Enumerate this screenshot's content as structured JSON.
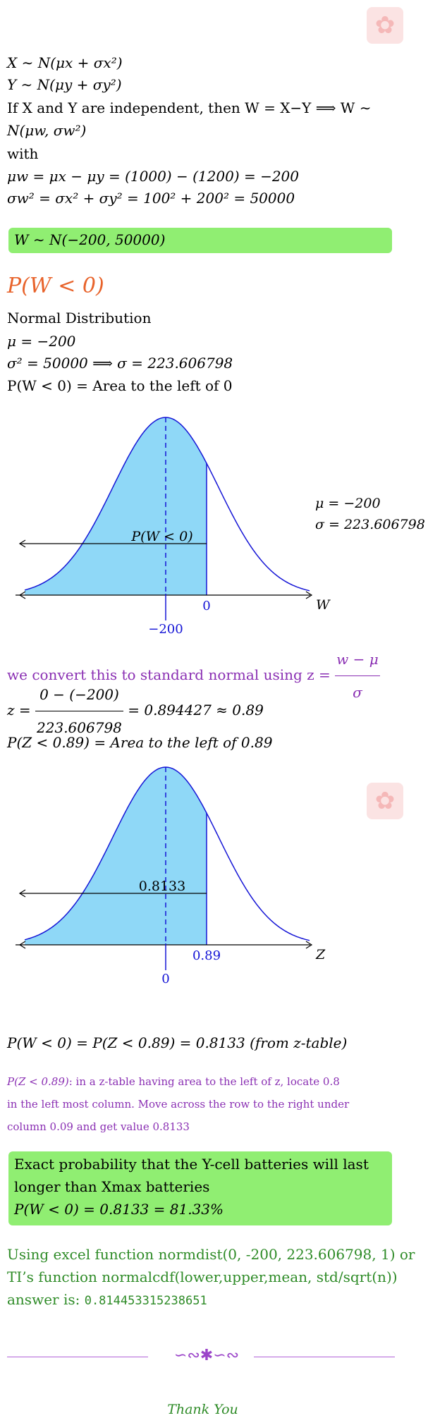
{
  "intro": {
    "line1": "X ∼ N(μx + σx²)",
    "line2": "Y ∼ N(μy + σy²)",
    "line3": "If X and Y are independent, then W = X−Y ⟹ W ∼",
    "line4": "N(μw, σw²)",
    "line5": "with",
    "line6": "μw = μx − μy = (1000) − (1200) = −200",
    "line7": "σw² = σx² + σy² = 100² + 200² = 50000"
  },
  "box1": "W ∼ N(−200, 50000)",
  "section_title": "P(W < 0)",
  "normal": {
    "title": "Normal Distribution",
    "mu": "μ = −200",
    "sigma": "σ² = 50000 ⟹ σ = 223.606798",
    "area": "P(W < 0) = Area to the left of 0"
  },
  "figure1": {
    "shaded_label": "P(W < 0)",
    "tick_right": "0",
    "tick_mean": "−200",
    "axis_label": "W",
    "mu_label": "μ = −200",
    "sigma_label": "σ = 223.606798",
    "colors": {
      "fill": "#8fd8f7",
      "curve": "#1515d6"
    }
  },
  "convert": {
    "text": "we convert this to standard normal using z = ",
    "num": "w − μ",
    "den": "σ"
  },
  "zcalc": {
    "prefix": "z = ",
    "num": "0 − (−200)",
    "den": "223.606798",
    "suffix": " = 0.894427 ≈ 0.89"
  },
  "zarea": "P(Z < 0.89) = Area to the left of 0.89",
  "figure2": {
    "shaded_label": "0.8133",
    "tick_right": "0.89",
    "tick_mean": "0",
    "axis_label": "Z"
  },
  "result_line": "P(W < 0) = P(Z < 0.89) = 0.8133 (from z-table)",
  "explain": {
    "line1_math": "P(Z < 0.89)",
    "line1_rest": ": in a z-table having area to the left of z, locate 0.8",
    "line2": "in the left most column. Move across the row to the right under",
    "line3": "column 0.09 and get value 0.8133"
  },
  "box2": {
    "line1": "Exact probability that the Y-cell batteries will last",
    "line2": "longer than Xmax batteries",
    "line3": "P(W < 0) = 0.8133 = 81.33%"
  },
  "excel": {
    "line1": "Using excel function normdist(0, -200, 223.606798, 1) or",
    "line2": "TI’s function normalcdf(lower,upper,mean, std/sqrt(n))",
    "line3_label": "answer is: ",
    "line3_value": "0.814453315238651"
  },
  "ornament": "∽∾✱∽∾",
  "thank_you": "Thank You",
  "watermark_icon": "✿"
}
